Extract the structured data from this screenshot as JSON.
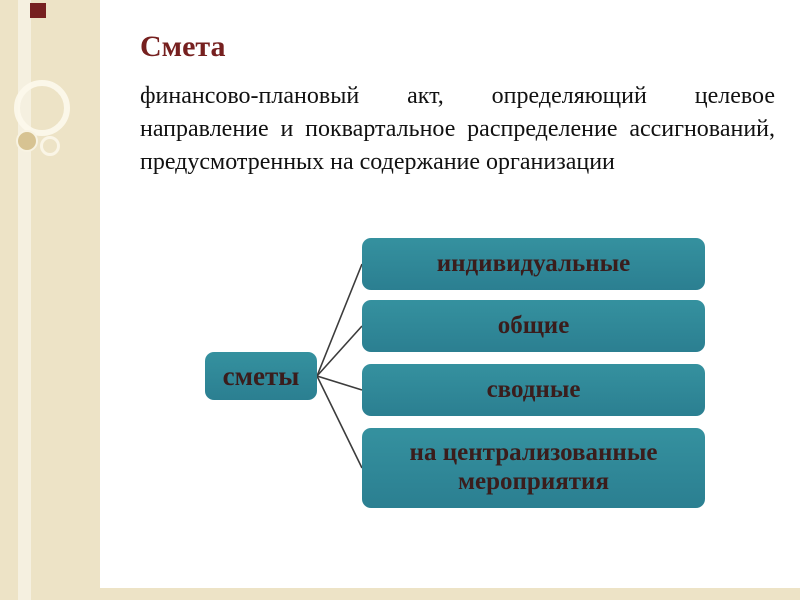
{
  "slide": {
    "title": "Смета",
    "body": "финансово-плановый акт, определяющий целевое направление и поквартальное распределение ассигнований, предусмотренных на содержание организации"
  },
  "diagram": {
    "root_label": "сметы",
    "children": [
      {
        "label": "индивидуальные"
      },
      {
        "label": "общие"
      },
      {
        "label": "сводные"
      },
      {
        "label": "на централизованные мероприятия"
      }
    ]
  },
  "colors": {
    "sidebar_beige": "#EDE3C6",
    "accent_square_red": "#76201F",
    "title_maroon": "#76201F",
    "node_teal": "#2E8B9C",
    "node_text_dark": "#3A1D1C",
    "connector_gray": "#3C3C3C"
  }
}
